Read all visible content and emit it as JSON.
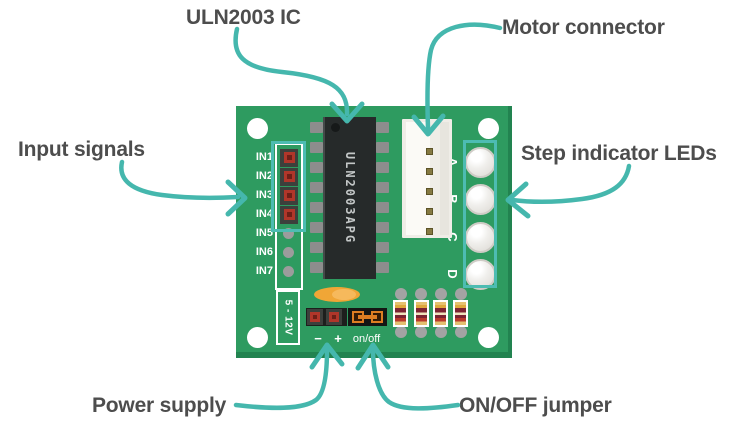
{
  "accent_color": "#45b7ad",
  "board_color": "#2e9b60",
  "labels": {
    "uln2003_ic": "ULN2003 IC",
    "motor_connector": "Motor connector",
    "input_signals": "Input signals",
    "step_indicator_leds": "Step indicator LEDs",
    "power_supply": "Power supply",
    "onoff_jumper": "ON/OFF jumper"
  },
  "board": {
    "input_pins": [
      "IN1",
      "IN2",
      "IN3",
      "IN4",
      "IN5",
      "IN6",
      "IN7"
    ],
    "led_labels": [
      "A",
      "B",
      "C",
      "D"
    ],
    "ic_text": "ULN2003APG",
    "voltage_label": "5 - 12V",
    "power_minus": "−",
    "power_plus": "+",
    "onoff_label": "on/off"
  }
}
